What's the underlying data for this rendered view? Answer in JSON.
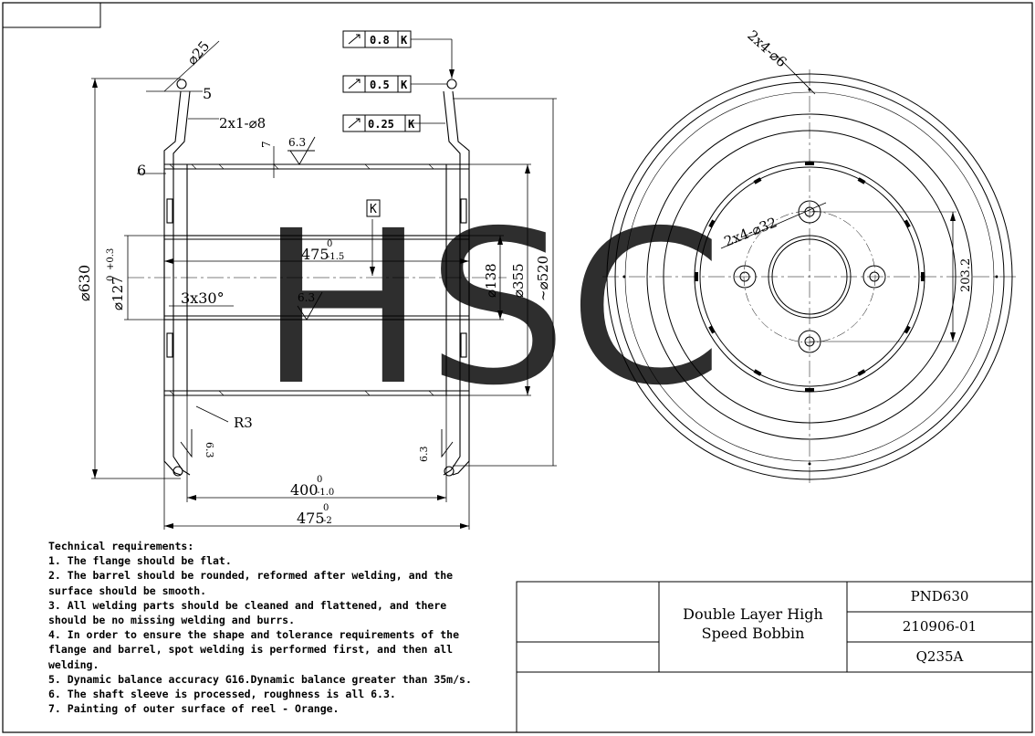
{
  "title_block": {
    "title_line1": "Double Layer High",
    "title_line2": "Speed Bobbin",
    "model": "PND630",
    "drawing_no": "210906-01",
    "material": "Q235A"
  },
  "watermark": "HSC",
  "colors": {
    "watermark": "#f7b32b",
    "line": "#000000"
  },
  "tech_requirements": {
    "heading": "Technical requirements:",
    "lines": [
      "1. The flange should be flat.",
      "2. The barrel should be rounded, reformed after welding, and the",
      "surface should be smooth.",
      "3. All welding parts should be cleaned and flattened, and there",
      "should be no missing welding and burrs.",
      "4. In order to ensure the shape and tolerance requirements of the",
      "flange and barrel, spot welding is performed first, and then all",
      "welding.",
      "5. Dynamic balance accuracy G16.Dynamic balance greater than 35m/s.",
      "6. The shaft sleeve is processed, roughness is all 6.3.",
      "7. Painting of outer surface of reel - Orange."
    ]
  },
  "dimensions": {
    "d25": "⌀25",
    "five": "5",
    "two_x1_d8": "2x1-⌀8",
    "seven": "7",
    "rough_63": "6.3",
    "six": "6",
    "d630": "⌀630",
    "d127": "⌀127",
    "d127_tol_plus": "+0.3",
    "d127_tol_zero": "0",
    "len_475": "475",
    "len_475_tol_zero": "0",
    "len_475_tol": "-1.5",
    "chamfer": "3x30°",
    "d138": "⌀138",
    "d355": "⌀355",
    "d520": "~⌀520",
    "r3": "R3",
    "len_400": "400",
    "len_400_tol_zero": "0",
    "len_400_tol": "-1.0",
    "len_475b": "475",
    "len_475b_tol_zero": "0",
    "len_475b_tol": "-2",
    "datum_k": "K",
    "holes_6": "2x4-⌀6",
    "holes_32": "2x4-⌀32",
    "dist_2032": "203.2"
  },
  "tolerance_frames": [
    {
      "value": "0.8",
      "datum": "K"
    },
    {
      "value": "0.5",
      "datum": "K"
    },
    {
      "value": "0.25",
      "datum": "K"
    }
  ]
}
